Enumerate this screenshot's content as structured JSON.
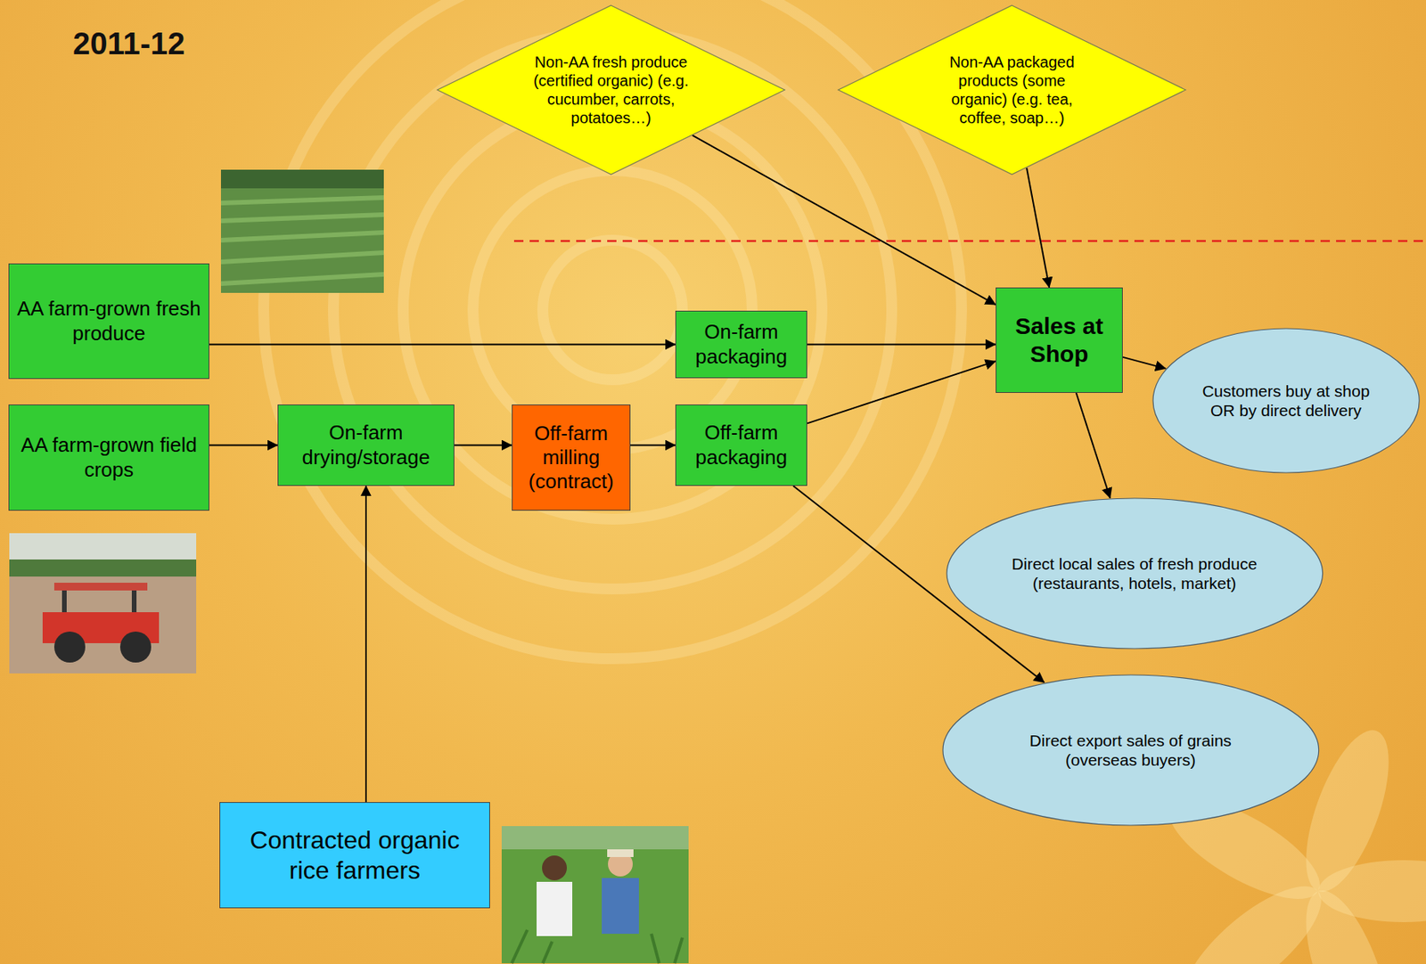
{
  "diagram": {
    "title": "2011-12",
    "nodes": [
      {
        "text": [
          "Non-AA fresh produce (certified organic) (e.g. cucumber, carrots, potatoes…)"
        ]
      },
      {
        "text": [
          "Non-AA packaged products (some organic) (e.g. tea, coffee, soap…)"
        ]
      },
      {
        "text": [
          "AA farm-grown fresh produce"
        ]
      },
      {
        "text": [
          "On-farm packaging"
        ]
      },
      {
        "text": [
          "Sales at Shop"
        ]
      },
      {
        "text": [
          "Customers buy at shop OR by direct delivery"
        ]
      },
      {
        "text": [
          "AA farm-grown field crops"
        ]
      },
      {
        "text": [
          "On-farm drying/storage"
        ]
      },
      {
        "text": [
          "Off-farm milling (contract)"
        ]
      },
      {
        "text": [
          "Off-farm packaging"
        ]
      },
      {
        "text": [
          "Direct local sales of fresh produce (restaurants, hotels, market)"
        ]
      },
      {
        "text": [
          "Direct export sales of grains (overseas buyers)"
        ]
      },
      {
        "text": [
          "Contracted organic rice farmers"
        ]
      }
    ],
    "edges": [
      {
        "from": 0,
        "to": 4,
        "arrow": "to"
      },
      {
        "from": 1,
        "to": 4,
        "arrow": "to"
      },
      {
        "from": 2,
        "to": 3,
        "arrow": "to"
      },
      {
        "from": 3,
        "to": 4,
        "arrow": "to"
      },
      {
        "from": 4,
        "to": 5,
        "arrow": "to"
      },
      {
        "from": 4,
        "to": 10,
        "arrow": "to"
      },
      {
        "from": 6,
        "to": 7,
        "arrow": "to"
      },
      {
        "from": 7,
        "to": 8,
        "arrow": "to"
      },
      {
        "from": 8,
        "to": 9,
        "arrow": "to"
      },
      {
        "from": 9,
        "to": 4,
        "arrow": "to"
      },
      {
        "from": 9,
        "to": 11,
        "arrow": "to"
      },
      {
        "from": 12,
        "to": 7,
        "arrow": "to"
      }
    ]
  }
}
